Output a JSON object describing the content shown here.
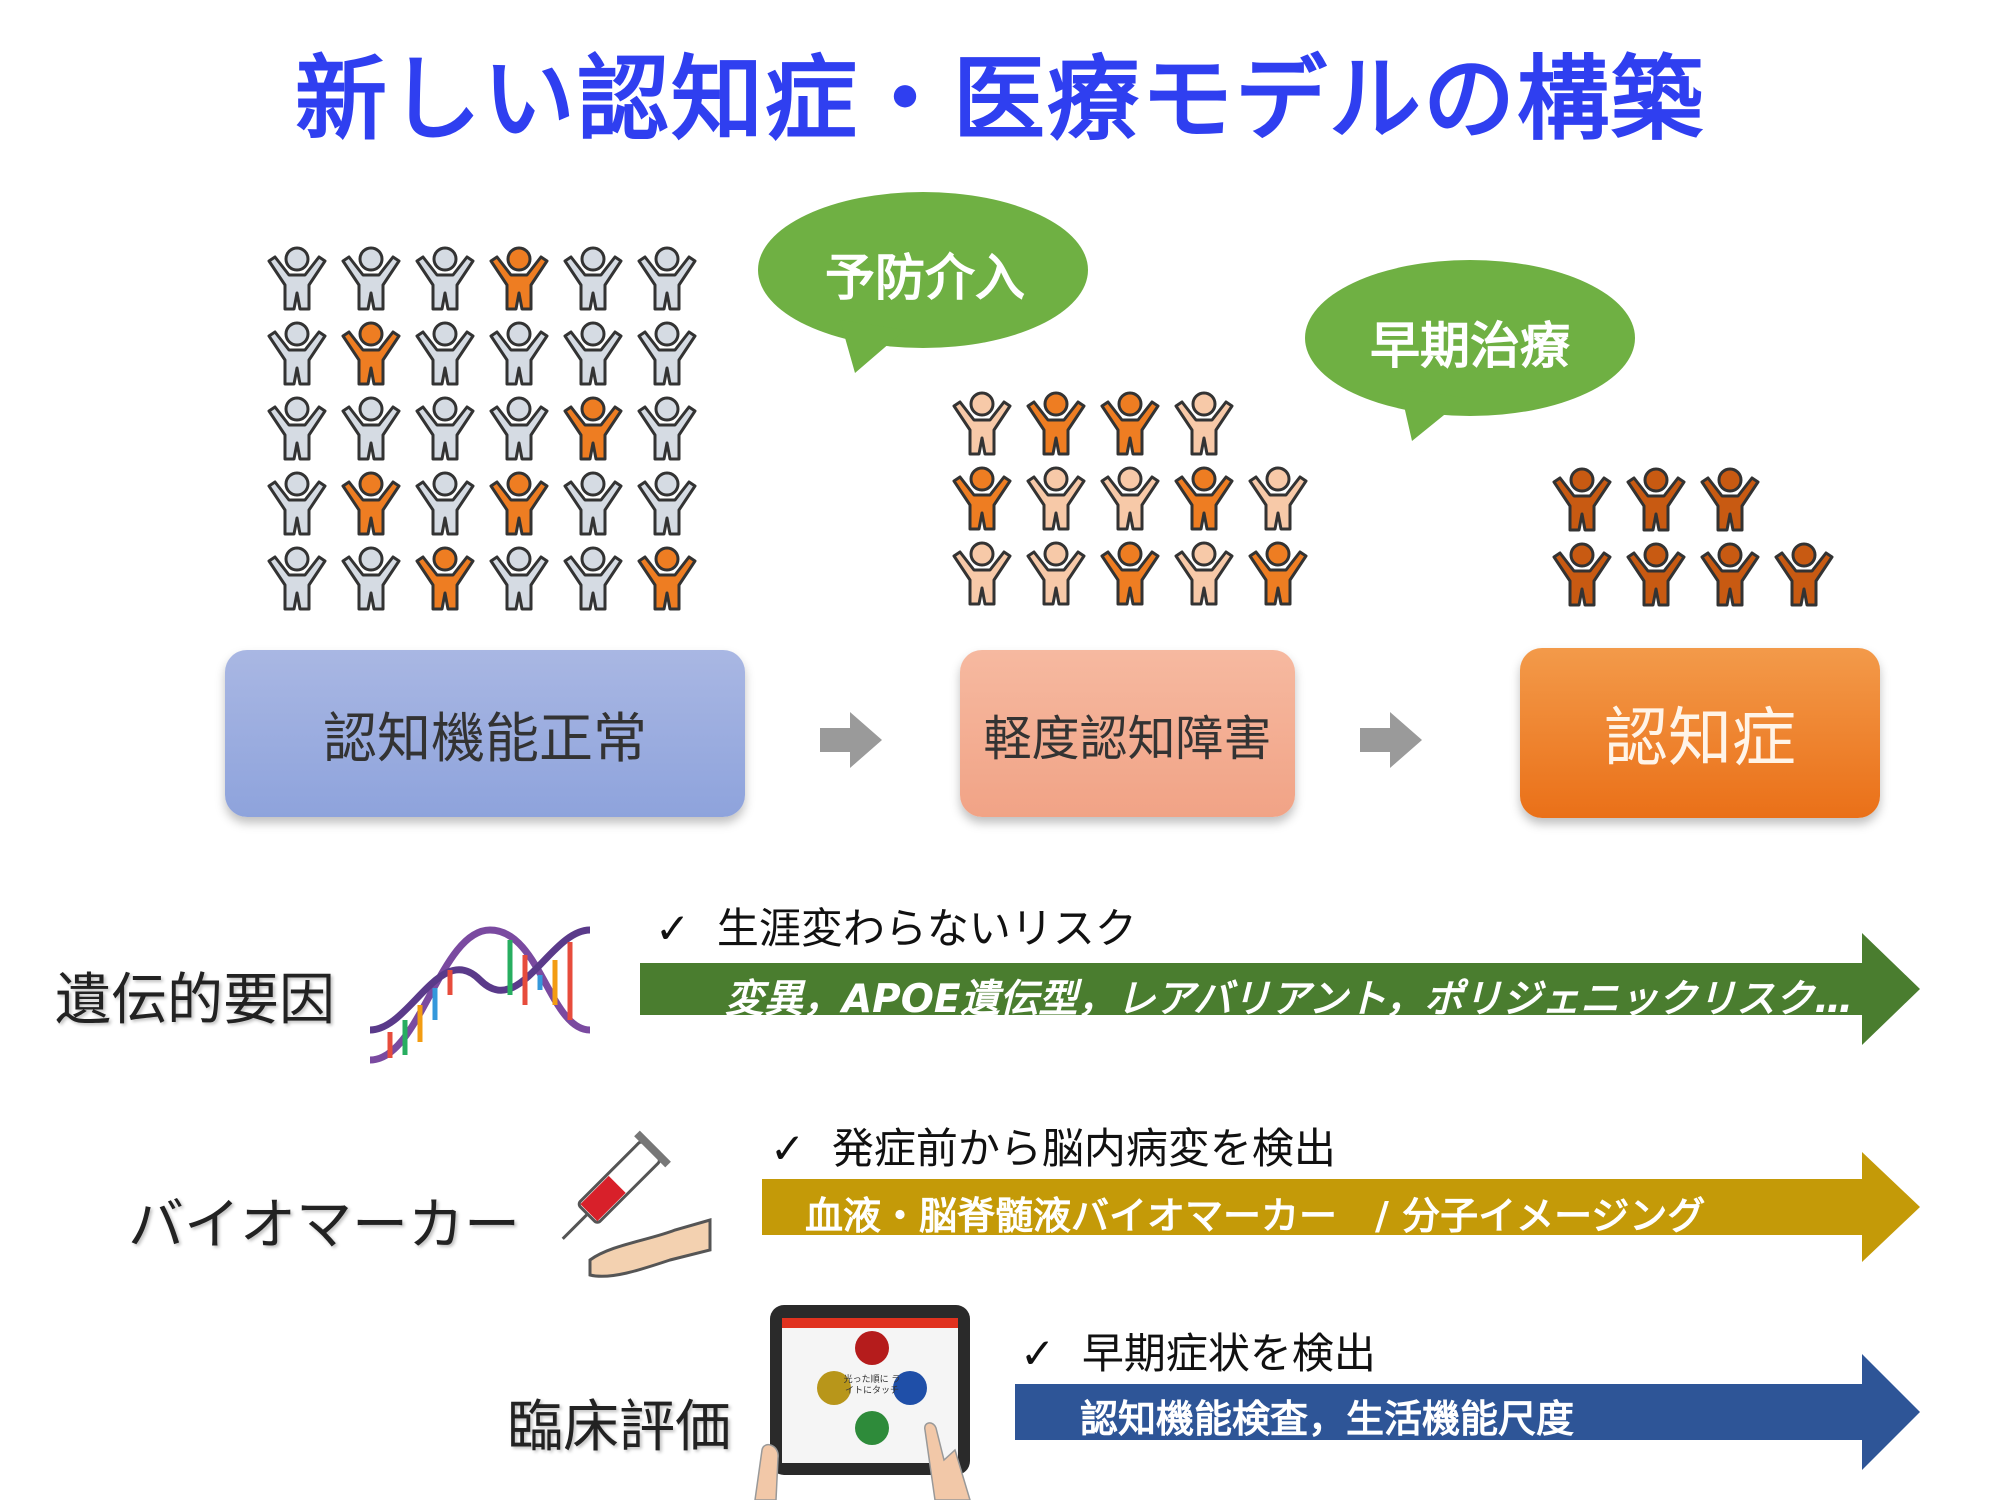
{
  "title": "新しい認知症・医療モデルの構築",
  "colors": {
    "title": "#2f3ff0",
    "person_gray": "#d5dbe3",
    "person_orange": "#ee7d22",
    "person_light": "#f7c9a8",
    "person_dark": "#c85a12",
    "bubble_green": "#6fb043",
    "genetic_band": "#4a7d2f",
    "biomarker_band": "#c49a08",
    "clinical_band": "#2e5597",
    "flow_arrow": "#9a9a9a"
  },
  "bubbles": {
    "prevention": "予防介入",
    "early_treatment": "早期治療"
  },
  "stages": {
    "normal": "認知機能正常",
    "mci": "軽度認知障害",
    "dementia": "認知症"
  },
  "rows": {
    "genetic": {
      "label": "遺伝的要因",
      "check": "生涯変わらないリスク",
      "band": "変異，APOE遺伝型，レアバリアント，ポリジェニックリスク…",
      "icon": "dna-icon"
    },
    "biomarker": {
      "label": "バイオマーカー",
      "check": "発症前から脳内病変を検出",
      "band": "血液・脳脊髄液バイオマーカー　/ 分子イメージング",
      "icon": "blood-sample-syringe-icon"
    },
    "clinical": {
      "label": "臨床評価",
      "check": "早期症状を検出",
      "band": "認知機能検査，生活機能尺度",
      "icon": "tablet-cognitive-test-icon"
    }
  },
  "tablet": {
    "instruction": "光った順に ライトにタッチ"
  },
  "population_groups": {
    "normal": {
      "rows": [
        [
          "gray",
          "gray",
          "gray",
          "orange",
          "gray",
          "gray"
        ],
        [
          "gray",
          "orange",
          "gray",
          "gray",
          "gray",
          "gray"
        ],
        [
          "gray",
          "gray",
          "gray",
          "gray",
          "orange",
          "gray"
        ],
        [
          "gray",
          "orange",
          "gray",
          "orange",
          "gray",
          "gray"
        ],
        [
          "gray",
          "gray",
          "orange",
          "gray",
          "gray",
          "orange"
        ]
      ]
    },
    "mci": {
      "rows": [
        [
          "light",
          "orange",
          "orange",
          "light"
        ],
        [
          "orange",
          "light",
          "light",
          "orange",
          "light"
        ],
        [
          "light",
          "light",
          "orange",
          "light",
          "orange"
        ]
      ]
    },
    "dementia": {
      "rows": [
        [
          "dark",
          "dark",
          "dark"
        ],
        [
          "dark",
          "dark",
          "dark",
          "dark"
        ]
      ]
    }
  }
}
